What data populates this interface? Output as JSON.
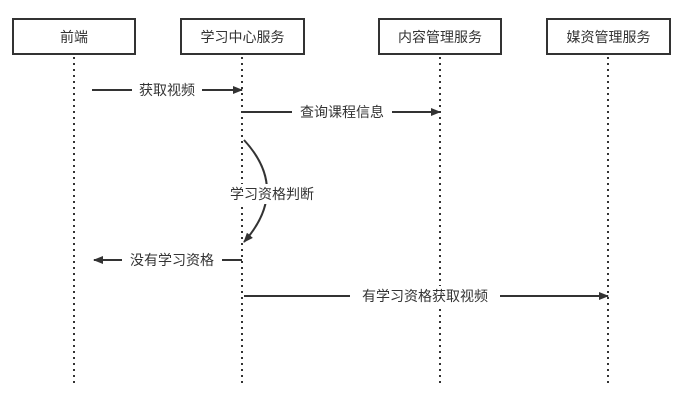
{
  "diagram": {
    "type": "sequence",
    "participants": [
      {
        "id": "frontend",
        "label": "前端"
      },
      {
        "id": "learning",
        "label": "学习中心服务"
      },
      {
        "id": "content",
        "label": "内容管理服务"
      },
      {
        "id": "media",
        "label": "媒资管理服务"
      }
    ],
    "messages": [
      {
        "from": "frontend",
        "to": "learning",
        "label": "获取视频",
        "kind": "arrow"
      },
      {
        "from": "learning",
        "to": "content",
        "label": "查询课程信息",
        "kind": "arrow"
      },
      {
        "from": "learning",
        "to": "learning",
        "label": "学习资格判断",
        "kind": "self"
      },
      {
        "from": "learning",
        "to": "frontend",
        "label": "没有学习资格",
        "kind": "arrow"
      },
      {
        "from": "learning",
        "to": "media",
        "label": "有学习资格获取视频",
        "kind": "arrow"
      }
    ],
    "colors": {
      "stroke": "#333333",
      "background": "#ffffff"
    }
  }
}
